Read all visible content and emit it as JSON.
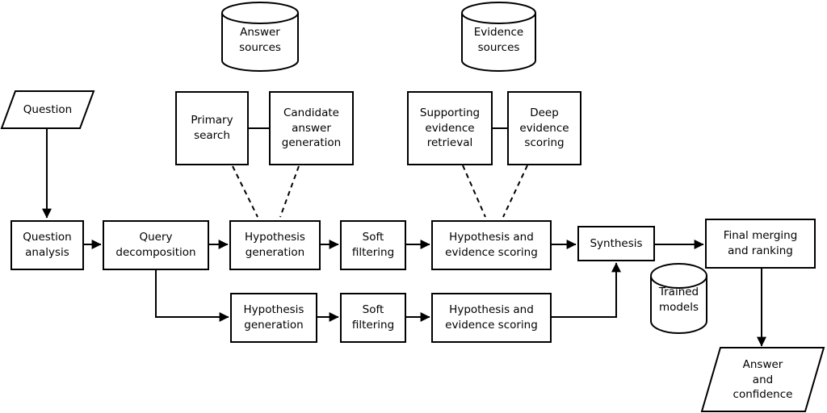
{
  "colors": {
    "stroke": "#000000",
    "background": "#ffffff",
    "text": "#000000"
  },
  "nodes": {
    "question": {
      "label": "Question",
      "shape": "parallelogram"
    },
    "answer_sources": {
      "label": "Answer\nsources",
      "shape": "cylinder"
    },
    "evidence_sources": {
      "label": "Evidence\nsources",
      "shape": "cylinder"
    },
    "primary_search": {
      "label": "Primary\nsearch",
      "shape": "rect"
    },
    "candidate_answer_generation": {
      "label": "Candidate\nanswer\ngeneration",
      "shape": "rect"
    },
    "supporting_evidence_retrieval": {
      "label": "Supporting\nevidence\nretrieval",
      "shape": "rect"
    },
    "deep_evidence_scoring": {
      "label": "Deep\nevidence\nscoring",
      "shape": "rect"
    },
    "question_analysis": {
      "label": "Question\nanalysis",
      "shape": "rect"
    },
    "query_decomposition": {
      "label": "Query\ndecomposition",
      "shape": "rect"
    },
    "hypothesis_generation_1": {
      "label": "Hypothesis\ngeneration",
      "shape": "rect"
    },
    "soft_filtering_1": {
      "label": "Soft\nfiltering",
      "shape": "rect"
    },
    "hypothesis_evidence_scoring_1": {
      "label": "Hypothesis and\nevidence scoring",
      "shape": "rect"
    },
    "hypothesis_generation_2": {
      "label": "Hypothesis\ngeneration",
      "shape": "rect"
    },
    "soft_filtering_2": {
      "label": "Soft\nfiltering",
      "shape": "rect"
    },
    "hypothesis_evidence_scoring_2": {
      "label": "Hypothesis and\nevidence scoring",
      "shape": "rect"
    },
    "synthesis": {
      "label": "Synthesis",
      "shape": "rect"
    },
    "trained_models": {
      "label": "Trained\nmodels",
      "shape": "cylinder"
    },
    "final_merging_ranking": {
      "label": "Final merging\nand ranking",
      "shape": "rect"
    },
    "answer_confidence": {
      "label": "Answer\nand\nconfidence",
      "shape": "parallelogram"
    }
  },
  "edges": [
    {
      "from": "question",
      "to": "question_analysis",
      "style": "arrow"
    },
    {
      "from": "question_analysis",
      "to": "query_decomposition",
      "style": "arrow"
    },
    {
      "from": "query_decomposition",
      "to": "hypothesis_generation_1",
      "style": "arrow"
    },
    {
      "from": "query_decomposition",
      "to": "hypothesis_generation_2",
      "style": "arrow"
    },
    {
      "from": "hypothesis_generation_1",
      "to": "soft_filtering_1",
      "style": "arrow"
    },
    {
      "from": "soft_filtering_1",
      "to": "hypothesis_evidence_scoring_1",
      "style": "arrow"
    },
    {
      "from": "hypothesis_evidence_scoring_1",
      "to": "synthesis",
      "style": "arrow"
    },
    {
      "from": "hypothesis_generation_2",
      "to": "soft_filtering_2",
      "style": "arrow"
    },
    {
      "from": "soft_filtering_2",
      "to": "hypothesis_evidence_scoring_2",
      "style": "arrow"
    },
    {
      "from": "hypothesis_evidence_scoring_2",
      "to": "synthesis",
      "style": "arrow"
    },
    {
      "from": "synthesis",
      "to": "final_merging_ranking",
      "style": "arrow"
    },
    {
      "from": "final_merging_ranking",
      "to": "answer_confidence",
      "style": "arrow"
    },
    {
      "from": "primary_search",
      "to": "candidate_answer_generation",
      "style": "line"
    },
    {
      "from": "supporting_evidence_retrieval",
      "to": "deep_evidence_scoring",
      "style": "line"
    },
    {
      "from": "primary_search",
      "to": "hypothesis_generation_1",
      "style": "dashed"
    },
    {
      "from": "candidate_answer_generation",
      "to": "hypothesis_generation_1",
      "style": "dashed"
    },
    {
      "from": "supporting_evidence_retrieval",
      "to": "hypothesis_evidence_scoring_1",
      "style": "dashed"
    },
    {
      "from": "deep_evidence_scoring",
      "to": "hypothesis_evidence_scoring_1",
      "style": "dashed"
    }
  ]
}
